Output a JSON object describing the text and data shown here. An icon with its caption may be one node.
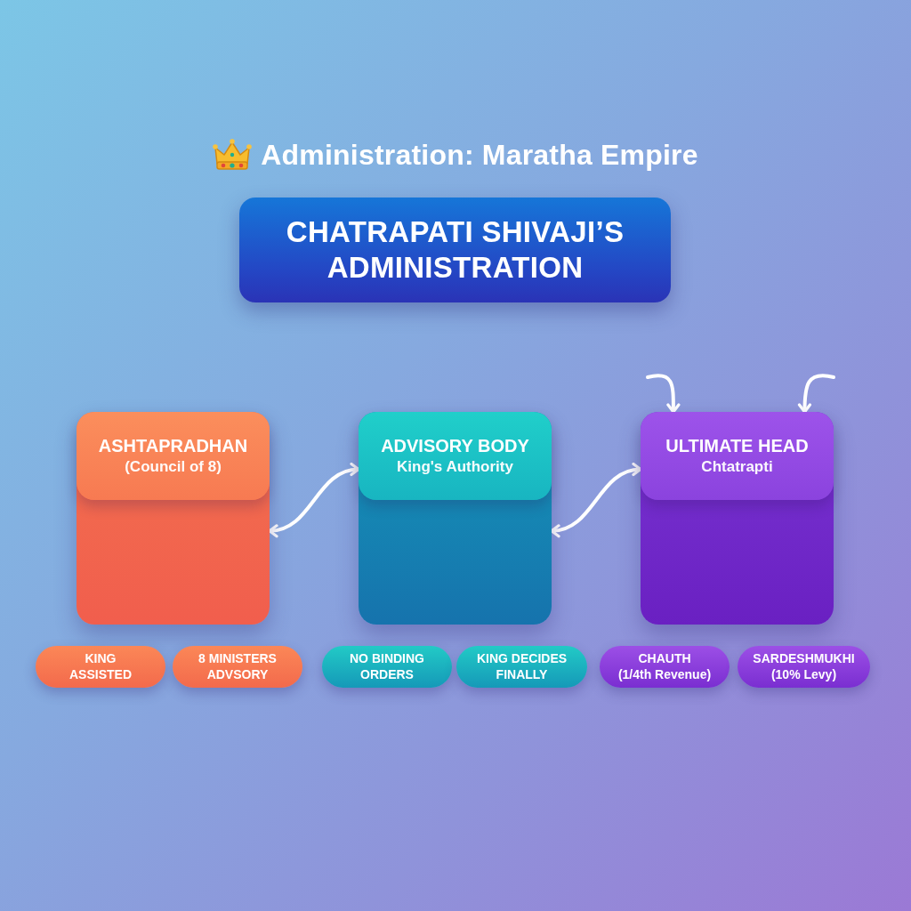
{
  "diagram": {
    "title": "Administration: Maratha Empire",
    "nodes": [
      {
        "text": [
          "CHATRAPATI SHIVAJI’S ADMINISTRATION"
        ]
      },
      {
        "text": [
          "ASHTAPRADHAN",
          "(Council of 8)"
        ]
      },
      {
        "text": [
          "ADVISORY BODY",
          "King's Authority"
        ]
      },
      {
        "text": [
          "ULTIMATE HEAD",
          "Chtatrapti"
        ]
      },
      {
        "text": [
          "KING ASSISTED"
        ]
      },
      {
        "text": [
          "8 MINISTERS ADVSORY"
        ]
      },
      {
        "text": [
          "NO BINDING ORDERS"
        ]
      },
      {
        "text": [
          "KING DECIDES FINALLY"
        ]
      },
      {
        "text": [
          "CHAUTH",
          "(1/4th Revenue)"
        ]
      },
      {
        "text": [
          "SARDESHMUKHI",
          "(10% Levy)"
        ]
      }
    ],
    "edges": [
      {
        "from": 1,
        "to": 2,
        "arrow": "both"
      },
      {
        "from": 2,
        "to": 3,
        "arrow": "both"
      },
      {
        "from": null,
        "to": 3,
        "arrow": "to"
      },
      {
        "from": null,
        "to": 3,
        "arrow": "to"
      }
    ]
  }
}
